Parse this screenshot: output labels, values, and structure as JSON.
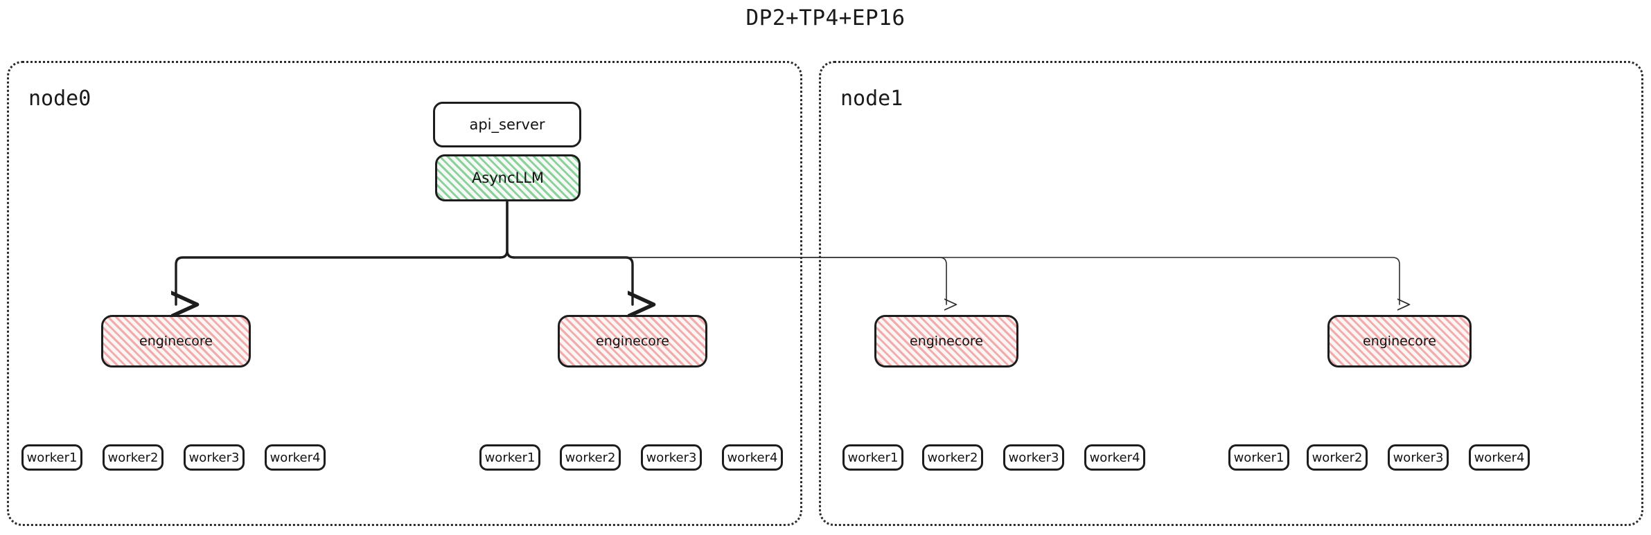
{
  "title": "DP2+TP4+EP16",
  "colors": {
    "stroke": "#1d1d1d",
    "node_border": "#2b2b2b",
    "async_hatch": "#7ac88c",
    "async_fill": "#f6fbf7",
    "enginecore_hatch": "#eea0a0",
    "enginecore_fill": "#fdf4f4",
    "box_fill": "#ffffff",
    "text": "#121212",
    "background": "#ffffff"
  },
  "nodes": [
    {
      "label": "node0",
      "api_server": {
        "label": "api_server"
      },
      "async_llm": {
        "label": "AsyncLLM"
      },
      "engines": [
        {
          "label": "enginecore",
          "workers": [
            {
              "label": "worker1"
            },
            {
              "label": "worker2"
            },
            {
              "label": "worker3"
            },
            {
              "label": "worker4"
            }
          ]
        },
        {
          "label": "enginecore",
          "workers": [
            {
              "label": "worker1"
            },
            {
              "label": "worker2"
            },
            {
              "label": "worker3"
            },
            {
              "label": "worker4"
            }
          ]
        }
      ]
    },
    {
      "label": "node1",
      "engines": [
        {
          "label": "enginecore",
          "workers": [
            {
              "label": "worker1"
            },
            {
              "label": "worker2"
            },
            {
              "label": "worker3"
            },
            {
              "label": "worker4"
            }
          ]
        },
        {
          "label": "enginecore",
          "workers": [
            {
              "label": "worker1"
            },
            {
              "label": "worker2"
            },
            {
              "label": "worker3"
            },
            {
              "label": "worker4"
            }
          ]
        }
      ]
    }
  ]
}
